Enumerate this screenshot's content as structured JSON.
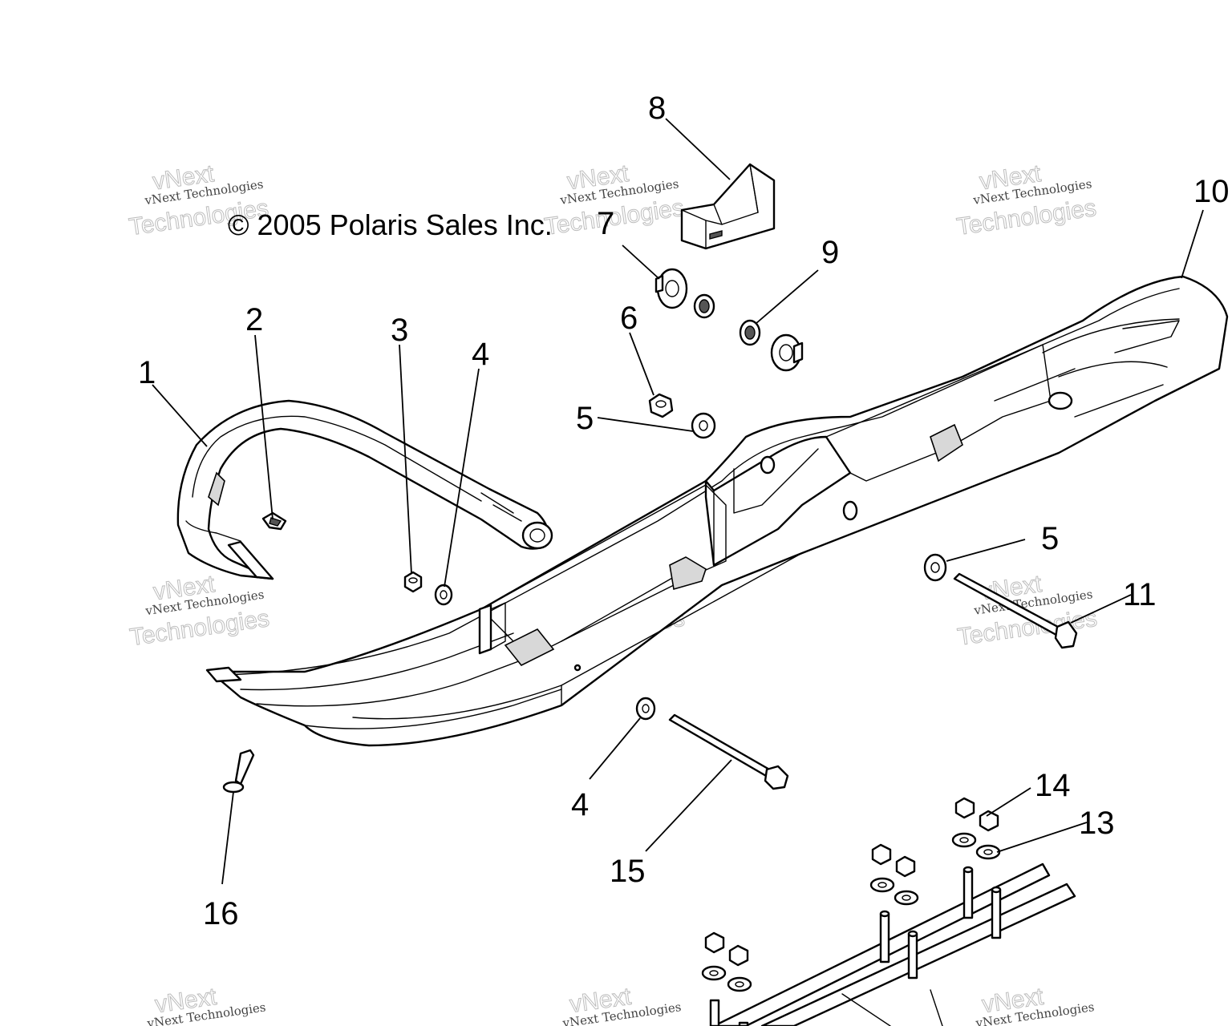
{
  "copyright": "© 2005 Polaris Sales Inc.",
  "watermark": {
    "line_small": "vNext Technologies",
    "line_big_1": "vNext",
    "line_big_2": "Technologies"
  },
  "callouts": {
    "c1": "1",
    "c2": "2",
    "c3": "3",
    "c4a": "4",
    "c4b": "4",
    "c5a": "5",
    "c5b": "5",
    "c6": "6",
    "c7": "7",
    "c8": "8",
    "c9": "9",
    "c10": "10",
    "c11": "11",
    "c13": "13",
    "c14": "14",
    "c15": "15",
    "c16": "16"
  }
}
